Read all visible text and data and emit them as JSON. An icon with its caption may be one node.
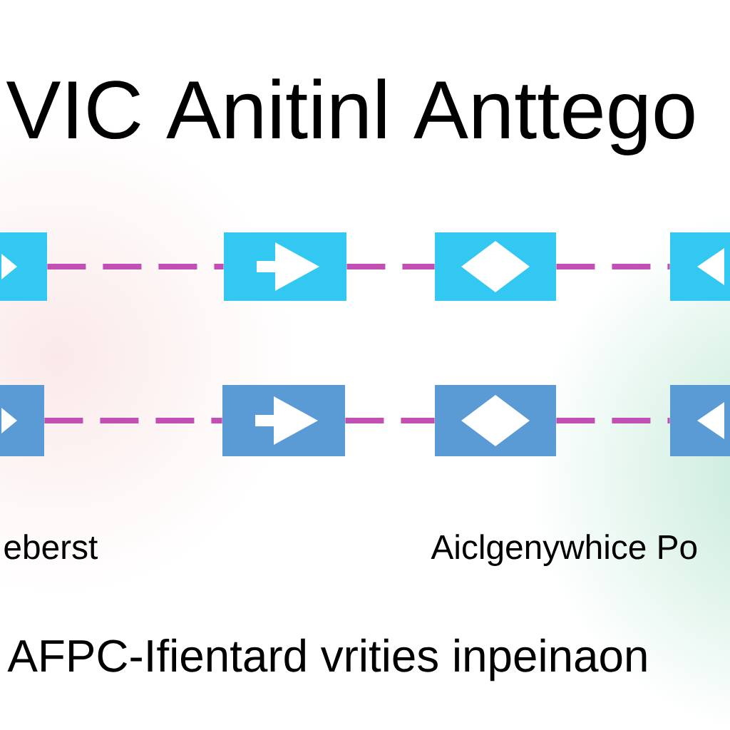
{
  "diagram": {
    "title": "VIC Anitinl Anttego",
    "nodes": [
      {
        "text": [],
        "shape": "box"
      },
      {
        "text": [],
        "shape": "box"
      },
      {
        "text": [],
        "shape": "box"
      },
      {
        "text": [],
        "shape": "box"
      },
      {
        "text": [],
        "shape": "box"
      },
      {
        "text": [],
        "shape": "box"
      },
      {
        "text": [],
        "shape": "box"
      },
      {
        "text": [],
        "shape": "box"
      }
    ],
    "edges": [
      {
        "from": 0,
        "to": 1,
        "arrow": "none",
        "style": "dashed"
      },
      {
        "from": 1,
        "to": 2,
        "arrow": "none",
        "style": "dashed"
      },
      {
        "from": 2,
        "to": 3,
        "arrow": "none",
        "style": "dashed"
      },
      {
        "from": 4,
        "to": 5,
        "arrow": "none",
        "style": "dashed"
      },
      {
        "from": 5,
        "to": 6,
        "arrow": "none",
        "style": "dashed"
      },
      {
        "from": 6,
        "to": 7,
        "arrow": "none",
        "style": "dashed"
      }
    ],
    "labels": [
      "eberst",
      "Aiclgenywhice Po",
      "AFPC-Ifientard vrities inpeinaon"
    ]
  }
}
